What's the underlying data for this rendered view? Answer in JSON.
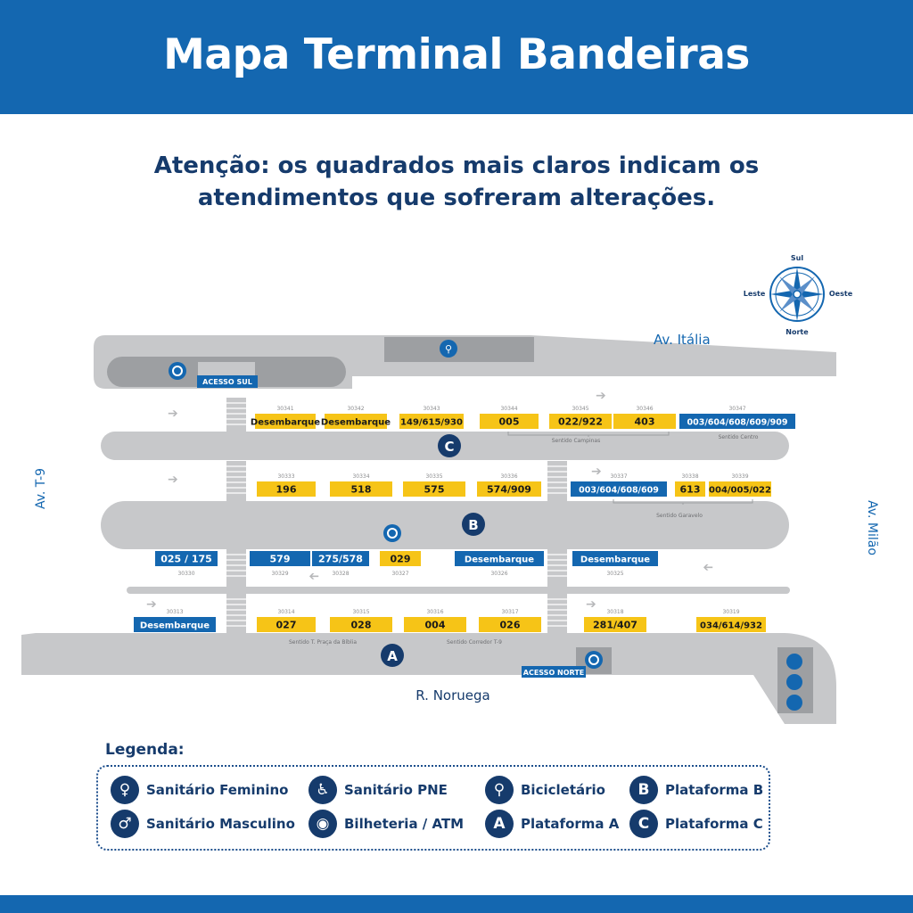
{
  "header": {
    "title": "Mapa Terminal Bandeiras"
  },
  "notice": "Atenção: os quadrados mais claros indicam os atendimentos que sofreram alterações.",
  "compass": {
    "north": "Norte",
    "south": "Sul",
    "east": "Leste",
    "west": "Oeste"
  },
  "streets": {
    "top": "Av. Itália",
    "bottom": "R. Noruega",
    "left": "Av. T-9",
    "right": "Av. Milão"
  },
  "access": {
    "south": "ACESSO SUL",
    "north": "ACESSO NORTE"
  },
  "platforms": {
    "a": "A",
    "b": "B",
    "c": "C"
  },
  "directions": {
    "campinas": "Sentido Campinas",
    "centro": "Sentido Centro",
    "garavelo": "Sentido Garavelo",
    "praca_biblia": "Sentido T. Praça da Bíblia",
    "corredor_t9": "Sentido Corredor T-9"
  },
  "colors": {
    "brand_blue": "#1467b0",
    "navy": "#163b6c",
    "yellow": "#f6c417",
    "gray": "#c7c8ca"
  },
  "bays": {
    "row1": [
      {
        "code": "30341",
        "label": "Desembarque",
        "style": "yellow"
      },
      {
        "code": "30342",
        "label": "Desembarque",
        "style": "yellow"
      },
      {
        "code": "30343",
        "label": "149/615/930",
        "style": "yellow"
      },
      {
        "code": "30344",
        "label": "005",
        "style": "yellow"
      },
      {
        "code": "30345",
        "label": "022/922",
        "style": "yellow"
      },
      {
        "code": "30346",
        "label": "403",
        "style": "yellow"
      },
      {
        "code": "30347",
        "label": "003/604/608/609/909",
        "style": "blue"
      }
    ],
    "row2": [
      {
        "code": "30333",
        "label": "196",
        "style": "yellow"
      },
      {
        "code": "30334",
        "label": "518",
        "style": "yellow"
      },
      {
        "code": "30335",
        "label": "575",
        "style": "yellow"
      },
      {
        "code": "30336",
        "label": "574/909",
        "style": "yellow"
      },
      {
        "code": "30337",
        "label": "003/604/608/609",
        "style": "blue"
      },
      {
        "code": "30338",
        "label": "613",
        "style": "yellow"
      },
      {
        "code": "30339",
        "label": "004/005/022",
        "style": "yellow"
      }
    ],
    "row3": [
      {
        "code": "30330",
        "label": "025 / 175",
        "style": "blue"
      },
      {
        "code": "30329",
        "label": "579",
        "style": "blue"
      },
      {
        "code": "30328",
        "label": "275/578",
        "style": "blue"
      },
      {
        "code": "30327",
        "label": "029",
        "style": "yellow"
      },
      {
        "code": "30326",
        "label": "Desembarque",
        "style": "blue"
      },
      {
        "code": "30325",
        "label": "Desembarque",
        "style": "blue"
      }
    ],
    "row4": [
      {
        "code": "30313",
        "label": "Desembarque",
        "style": "blue"
      },
      {
        "code": "30314",
        "label": "027",
        "style": "yellow"
      },
      {
        "code": "30315",
        "label": "028",
        "style": "yellow"
      },
      {
        "code": "30316",
        "label": "004",
        "style": "yellow"
      },
      {
        "code": "30317",
        "label": "026",
        "style": "yellow"
      },
      {
        "code": "30318",
        "label": "281/407",
        "style": "yellow"
      },
      {
        "code": "30319",
        "label": "034/614/932",
        "style": "yellow"
      }
    ]
  },
  "legend": {
    "title": "Legenda:",
    "items": [
      {
        "label": "Sanitário Feminino",
        "icon": "female-restroom-icon",
        "glyph": "♀"
      },
      {
        "label": "Sanitário Masculino",
        "icon": "male-restroom-icon",
        "glyph": "♂"
      },
      {
        "label": "Sanitário PNE",
        "icon": "wheelchair-icon",
        "glyph": "♿"
      },
      {
        "label": "Bilheteria / ATM",
        "icon": "ticket-atm-icon",
        "glyph": "◉"
      },
      {
        "label": "Bicicletário",
        "icon": "bicycle-icon",
        "glyph": "⚲"
      },
      {
        "label": "Plataforma A",
        "icon": "platform-a-icon",
        "glyph": "A"
      },
      {
        "label": "Plataforma B",
        "icon": "platform-b-icon",
        "glyph": "B"
      },
      {
        "label": "Plataforma C",
        "icon": "platform-c-icon",
        "glyph": "C"
      }
    ]
  }
}
